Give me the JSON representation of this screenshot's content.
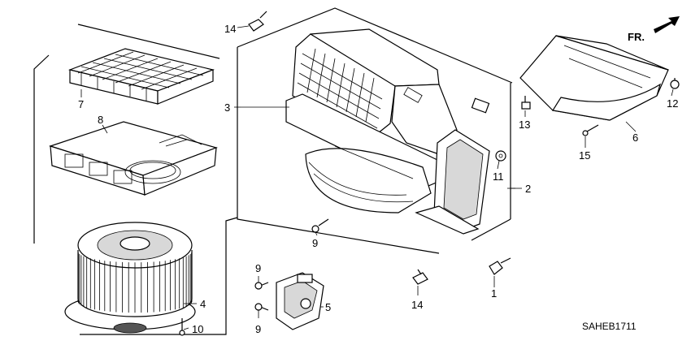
{
  "diagram": {
    "code": "SAHEB1711",
    "front_indicator": "FR.",
    "callouts": {
      "c1": "1",
      "c2": "2",
      "c3": "3",
      "c4": "4",
      "c5": "5",
      "c6": "6",
      "c7": "7",
      "c8": "8",
      "c9a": "9",
      "c9b": "9",
      "c9c": "9",
      "c10": "10",
      "c11": "11",
      "c12": "12",
      "c13": "13",
      "c14a": "14",
      "c14b": "14",
      "c15": "15"
    }
  }
}
